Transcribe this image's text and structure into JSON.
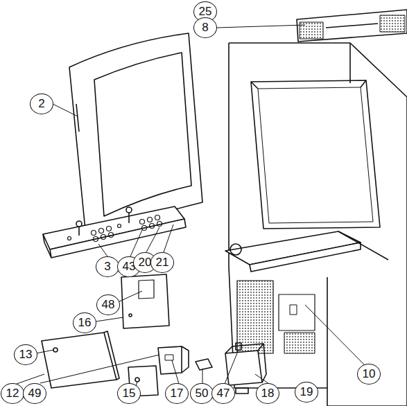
{
  "diagram": {
    "labels": [
      "25",
      "8",
      "2",
      "3",
      "43",
      "20",
      "21",
      "48",
      "16",
      "13",
      "12",
      "49",
      "15",
      "17",
      "50",
      "47",
      "18",
      "19",
      "10"
    ]
  }
}
